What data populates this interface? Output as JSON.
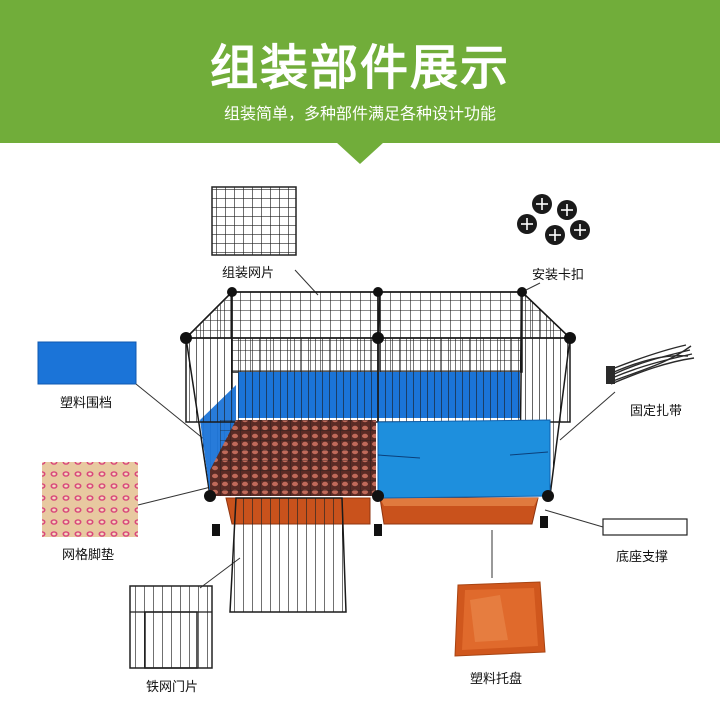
{
  "banner": {
    "title": "组装部件展示",
    "subtitle": "组装简单，多种部件满足各种设计功能",
    "color": "#71ad3a"
  },
  "parts": {
    "grid_panel": "组装网片",
    "connector_clip": "安装卡扣",
    "plastic_fence": "塑料围档",
    "cable_tie": "固定扎带",
    "mesh_foot_mat": "网格脚垫",
    "base_support": "底座支撑",
    "wire_door": "铁网门片",
    "plastic_tray": "塑料托盘"
  },
  "colors": {
    "fence_blue": "#1b74d8",
    "tray_orange": "#c9521c",
    "wire": "#1a1a1a",
    "mat_pink": "#d9477a"
  }
}
